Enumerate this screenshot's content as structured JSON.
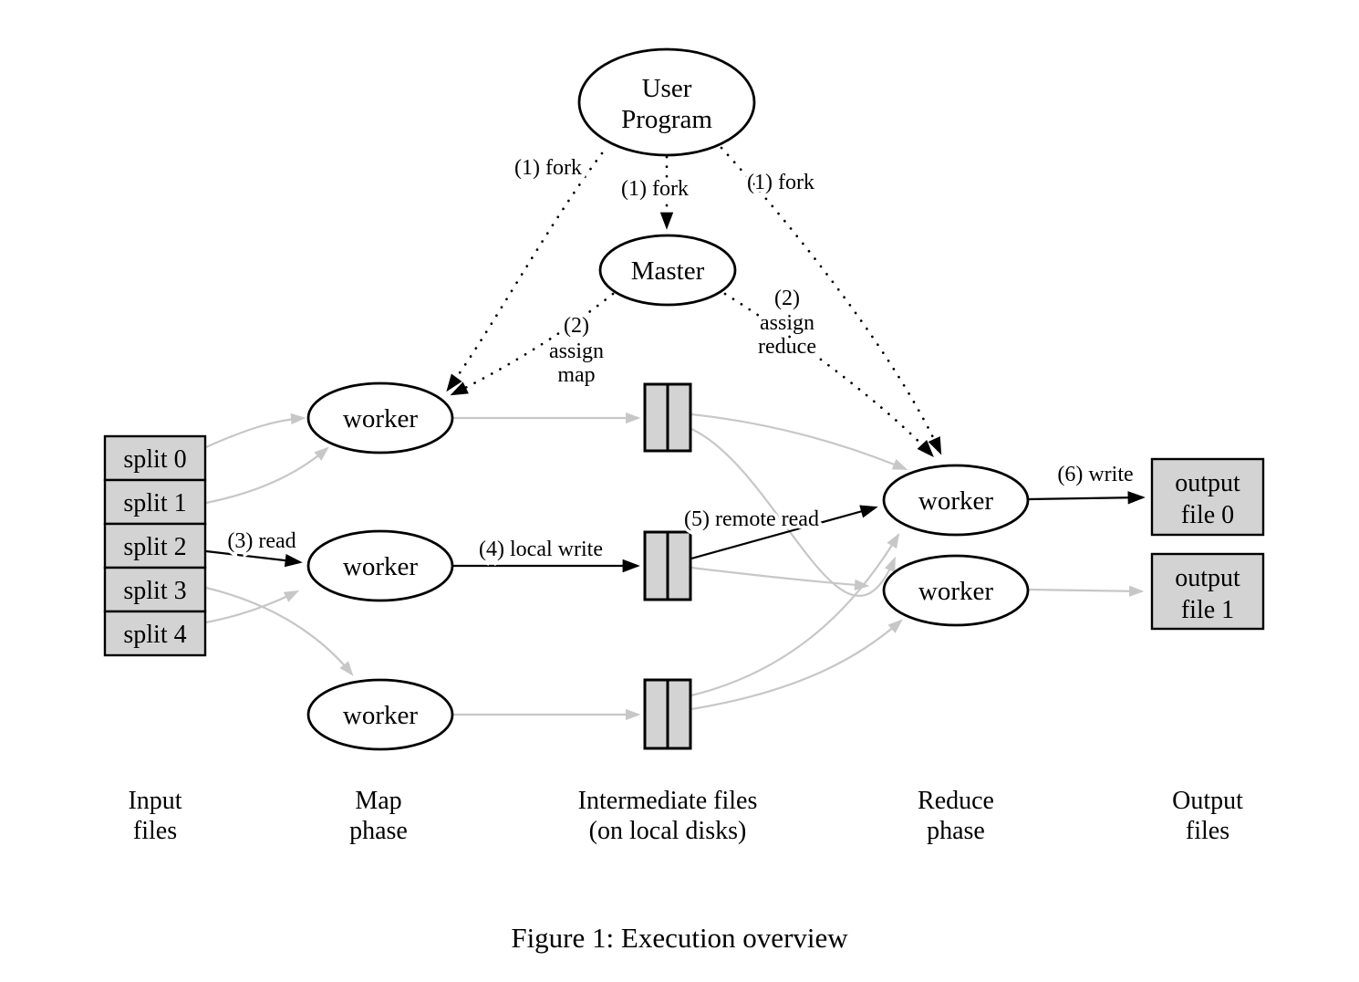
{
  "figure": {
    "caption": "Figure 1: Execution overview"
  },
  "colors": {
    "ink": "#000000",
    "box_fill": "#d3d3d3",
    "arrow_gray": "#c7c7c7",
    "bg": "#ffffff"
  },
  "nodes": {
    "user_program": {
      "line1": "User",
      "line2": "Program"
    },
    "master": "Master",
    "map_workers": [
      "worker",
      "worker",
      "worker"
    ],
    "reduce_workers": [
      "worker",
      "worker"
    ],
    "splits": [
      "split 0",
      "split 1",
      "split 2",
      "split 3",
      "split 4"
    ],
    "output_files": [
      {
        "line1": "output",
        "line2": "file 0"
      },
      {
        "line1": "output",
        "line2": "file 1"
      }
    ]
  },
  "edge_labels": {
    "fork_left": "(1) fork",
    "fork_center": "(1) fork",
    "fork_right": "(1) fork",
    "assign_map": {
      "line1": "(2)",
      "line2": "assign",
      "line3": "map"
    },
    "assign_reduce": {
      "line1": "(2)",
      "line2": "assign",
      "line3": "reduce"
    },
    "read": "(3) read",
    "local_write": "(4) local write",
    "remote_read": "(5) remote read",
    "write": "(6) write"
  },
  "column_labels": {
    "input": {
      "line1": "Input",
      "line2": "files"
    },
    "map": {
      "line1": "Map",
      "line2": "phase"
    },
    "intermediate": {
      "line1": "Intermediate files",
      "line2": "(on local disks)"
    },
    "reduce": {
      "line1": "Reduce",
      "line2": "phase"
    },
    "output": {
      "line1": "Output",
      "line2": "files"
    }
  }
}
